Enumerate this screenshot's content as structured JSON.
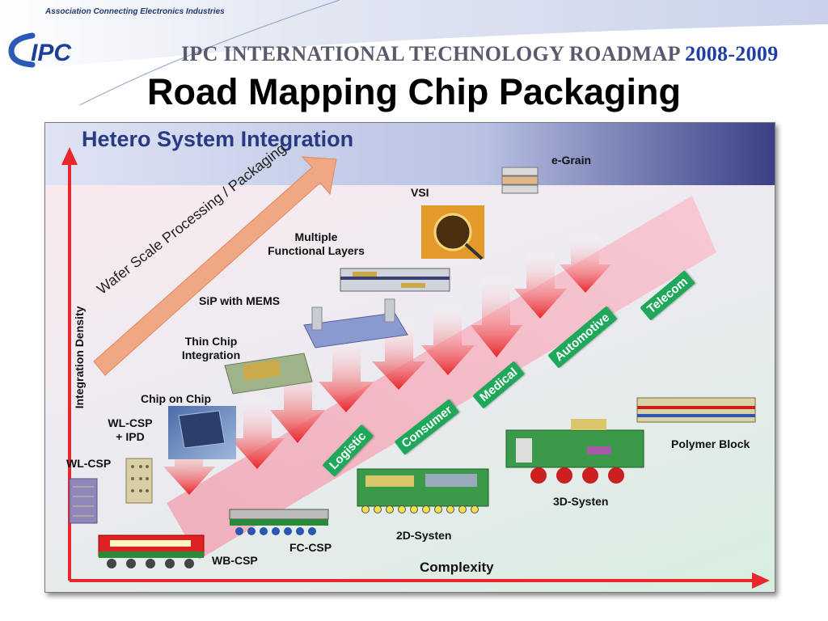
{
  "header": {
    "tagline": "Association Connecting Electronics Industries",
    "logo_text": "IPC",
    "roadmap_title": "IPC INTERNATIONAL TECHNOLOGY ROADMAP",
    "roadmap_years": "2008-2009"
  },
  "slide_title": "Road Mapping Chip Packaging",
  "diagram": {
    "title": "Hetero System Integration",
    "y_axis_label": "Integration Density",
    "x_axis_label": "Complexity",
    "trend_arrow_label": "Wafer Scale Processing / Packaging",
    "packages": {
      "wl_csp": "WL-CSP",
      "wl_csp_ipd_line1": "WL-CSP",
      "wl_csp_ipd_line2": "+ IPD",
      "chip_on_chip": "Chip on Chip",
      "thin_chip_line1": "Thin Chip",
      "thin_chip_line2": "Integration",
      "sip_mems": "SiP with MEMS",
      "multiple_line1": "Multiple",
      "multiple_line2": "Functional Layers",
      "vsi": "VSI",
      "egrain": "e-Grain",
      "wb_csp": "WB-CSP",
      "fc_csp": "FC-CSP",
      "system_2d": "2D-Systen",
      "system_3d": "3D-Systen",
      "polymer_block": "Polymer Block"
    },
    "markets": [
      "Logistic",
      "Consumer",
      "Medical",
      "Automotive",
      "Telecom"
    ],
    "colors": {
      "axis": "#e8262b",
      "market_badge": "#1ea85a",
      "header_title": "#2a3a82",
      "trend_arrow": "#f0a784"
    }
  }
}
